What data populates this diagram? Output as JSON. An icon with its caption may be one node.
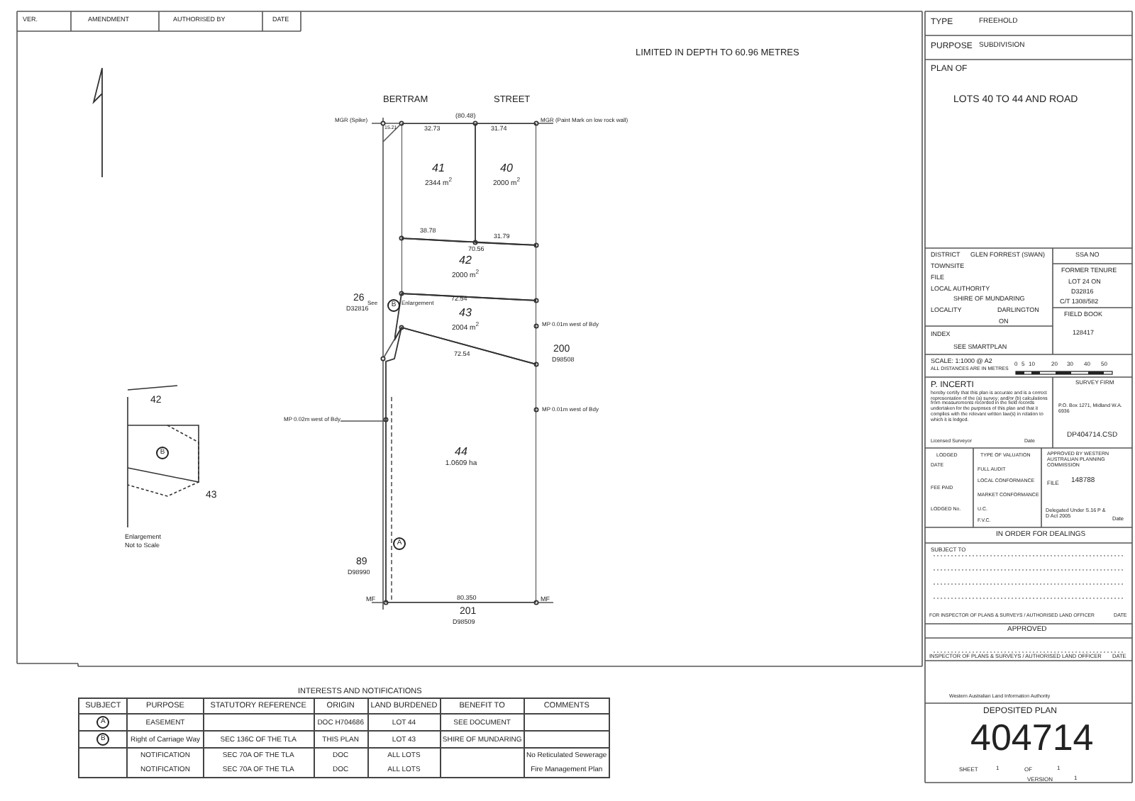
{
  "diagram": {
    "nodes": [
      {
        "text": [
          "41",
          "2344 m$^{2}$"
        ]
      },
      {
        "text": [
          "40",
          "2000 m$^{2}$"
        ]
      },
      {
        "text": [
          "42",
          "2000 m$^{2}$"
        ]
      },
      {
        "text": [
          "43",
          "2004 m$^{2}$"
        ]
      },
      {
        "text": [
          "44",
          "1.0609 ha"
        ]
      }
    ],
    "labels": [
      "VER.",
      "AMENDMENT",
      "AUTHORISED BY",
      "DATE",
      "LIMITED IN DEPTH TO 60.96 METRES",
      "BERTRAM",
      "STREET",
      "(80.48)",
      "MGR (Spike)",
      "15.21",
      "32.73",
      "31.74",
      "MGR (Paint Mark on low rock wall)",
      "38.78",
      "70.56",
      "31.79",
      "26",
      "D32816",
      "See",
      "B",
      "Enlargement",
      "72.54",
      "72.54",
      "MP 0.01m west of Bdy",
      "200",
      "D98508",
      "MP 0.02m west of Bdy",
      "MP 0.01m west of Bdy",
      "A",
      "89",
      "D98990",
      "MF",
      "80.350",
      "MF",
      "201",
      "D98509",
      "42",
      "B",
      "43",
      "Enlargement",
      "Not to Scale",
      "TYPE",
      "FREEHOLD",
      "PURPOSE",
      "SUBDIVISION",
      "PLAN OF",
      "LOTS 40 TO 44 AND ROAD",
      "DISTRICT",
      "GLEN FORREST (SWAN)",
      "TOWNSITE",
      "FILE",
      "LOCAL AUTHORITY",
      "SHIRE OF MUNDARING",
      "LOCALITY",
      "DARLINGTON",
      "ON",
      "INDEX",
      "SEE SMARTPLAN",
      "SSA NO",
      "FORMER TENURE",
      "LOT 24 ON",
      "D32816",
      "C/T 1308/582",
      "FIELD BOOK",
      "128417",
      "SCALE: 1:1000 @ A2",
      "ALL DISTANCES ARE IN METRES",
      "0",
      "5",
      "10",
      "20",
      "30",
      "40",
      "50",
      "P. INCERTI",
      "hereby certify that this plan is accurate and is a correct representation of the (a) survey; and/or (b) calculations from measurements recorded in the field records undertaken for the purposes of this plan and that it complies with the relevant written law(s) in relation to which it is lodged.",
      "Licensed Surveyor",
      "Date",
      "SURVEY FIRM",
      "P.O. Box 1271, Midland W.A. 6936",
      "DP404714.CSD",
      "LODGED",
      "DATE",
      "FEE PAID",
      "LODGED No.",
      "TYPE OF VALUATION",
      "FULL AUDIT",
      "LOCAL CONFORMANCE",
      "MARKET CONFORMANCE",
      "U.C.",
      "F.V.C.",
      "APPROVED BY WESTERN AUSTRALIAN PLANNING COMMISSION",
      "FILE",
      "148788",
      "Delegated Under S.16 P & D Act 2005",
      "Date",
      "IN ORDER FOR DEALINGS",
      "SUBJECT TO",
      "FOR INSPECTOR OF PLANS & SURVEYS / AUTHORISED LAND OFFICER",
      "DATE",
      "APPROVED",
      "INSPECTOR OF PLANS & SURVEYS / AUTHORISED LAND OFFICER",
      "DATE",
      "Western Australian Land Information Authority",
      "DEPOSITED PLAN",
      "404714",
      "SHEET",
      "1",
      "OF",
      "1",
      "VERSION",
      "1",
      "INTERESTS AND NOTIFICATIONS",
      "SUBJECT",
      "PURPOSE",
      "STATUTORY REFERENCE",
      "ORIGIN",
      "LAND BURDENED",
      "BENEFIT TO",
      "COMMENTS",
      "A",
      "EASEMENT",
      "DOC H704686",
      "LOT 44",
      "SEE DOCUMENT",
      "B",
      "Right of Carriage Way",
      "SEC 136C OF THE TLA",
      "THIS PLAN",
      "LOT 43",
      "SHIRE OF MUNDARING",
      "NOTIFICATION",
      "SEC 70A OF THE TLA",
      "DOC",
      "ALL LOTS",
      "No Reticulated Sewerage",
      "NOTIFICATION",
      "SEC 70A OF THE TLA",
      "DOC",
      "ALL LOTS",
      "Fire Management Plan"
    ]
  }
}
